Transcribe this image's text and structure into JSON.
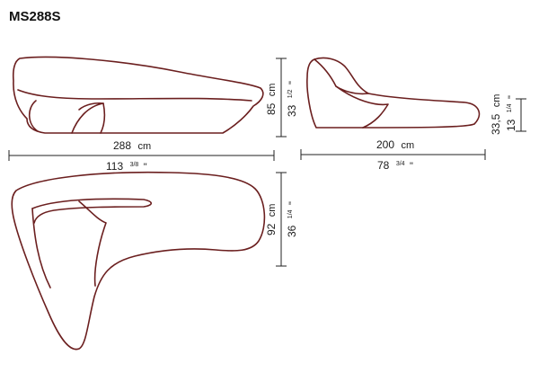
{
  "model": "MS288S",
  "views": {
    "side": {
      "width_metric": "288",
      "width_metric_unit": "cm",
      "width_inch": "113",
      "width_inch_frac": "3/8",
      "width_inch_unit": "\"",
      "height_metric": "85",
      "height_metric_unit": "cm",
      "height_inch": "33",
      "height_inch_frac": "1/2",
      "height_inch_unit": "\""
    },
    "end": {
      "depth_metric": "200",
      "depth_metric_unit": "cm",
      "depth_inch": "78",
      "depth_inch_frac": "3/4",
      "depth_inch_unit": "\"",
      "seat_metric": "33,5",
      "seat_metric_unit": "cm",
      "seat_inch": "13",
      "seat_inch_frac": "1/4",
      "seat_inch_unit": "\""
    },
    "top": {
      "depth_metric": "92",
      "depth_metric_unit": "cm",
      "depth_inch": "36",
      "depth_inch_frac": "1/4",
      "depth_inch_unit": "\""
    }
  },
  "colors": {
    "outline": "#6b1f1f",
    "dimension": "#222222"
  }
}
